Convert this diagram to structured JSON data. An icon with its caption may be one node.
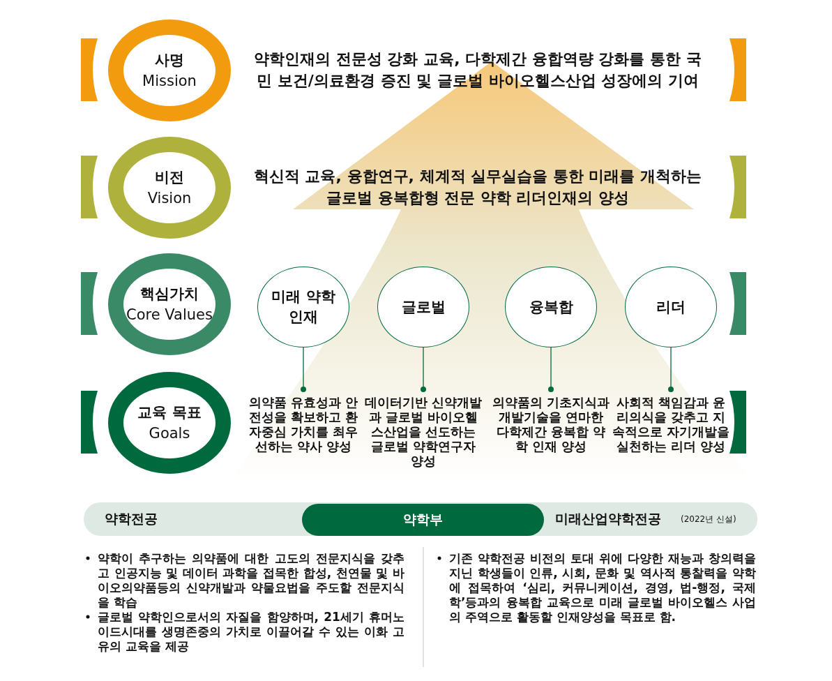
{
  "diagram": {
    "nodes": [
      {
        "text": [
          "사명",
          "Mission"
        ],
        "beside": [
          "약학인재의 전문성 강화 교육, 다학제간 융합역량 강화를 통한 국민 보건/의료환경 증진 및 글로벌 바이오헬스산업 성장에의 기여"
        ]
      },
      {
        "text": [
          "비전",
          "Vision"
        ],
        "beside": [
          "혁신적 교육, 융합연구, 체계적 실무실습을 통한 미래를 개척하는 글로벌 융복합형 전문 약학 리더인재의 양성"
        ]
      },
      {
        "text": [
          "핵심가치",
          "Core Values"
        ]
      },
      {
        "text": [
          "교육 목표",
          "Goals"
        ]
      },
      {
        "text": [
          "미래 약학 인재"
        ]
      },
      {
        "text": [
          "글로벌"
        ]
      },
      {
        "text": [
          "융복합"
        ]
      },
      {
        "text": [
          "리더"
        ]
      },
      {
        "text": [
          "의약품 유효성과 안전성을 확보하고 환자중심 가치를 최우선하는 약사 양성"
        ]
      },
      {
        "text": [
          "데이터기반 신약개발과 글로벌 바이오헬스산업을 선도하는 글로벌 약학연구자 양성"
        ]
      },
      {
        "text": [
          "의약품의 기초지식과 개발기술을 연마한 다학제간 융복합 약학 인재 양성"
        ]
      },
      {
        "text": [
          "사회적 책임감과 윤리의식을 갖추고 지속적으로 자기개발을 실천하는 리더 양성"
        ]
      },
      {
        "text": [
          "약학전공",
          "미래산업약학전공",
          "(2022년 신설)"
        ]
      },
      {
        "text": [
          "약학부"
        ],
        "in": 12
      }
    ],
    "edges": [
      {
        "from": 4,
        "to": 8,
        "arrow": "other"
      },
      {
        "from": 5,
        "to": 9,
        "arrow": "other"
      },
      {
        "from": 6,
        "to": 10,
        "arrow": "other"
      },
      {
        "from": 7,
        "to": 11,
        "arrow": "other"
      }
    ],
    "labels": [
      "약학이 추구하는 의약품에 대한 고도의 전문지식을 갖추고 인공지능 및 데이터 과학을 접목한 합성, 천연물 및 바이오의약품등의 신약개발과 약물요법을 주도할 전문지식을 학습",
      "글로벌 약학인으로서의 자질을 함양하며, 21세기 휴머노이드시대를 생명존중의 가치로 이끌어갈 수 있는 이화 고유의 교육을 제공",
      "기존 약학전공 비전의 토대 위에 다양한 재능과 창의력을 지닌 학생들이 인류, 시회, 문화 및 역사적 통찰력을 약학에 접목하여 ‘심리, 커뮤니케이션, 경영, 법-행정, 국제학’등과의 융복합 교육으로 미래 글로벌 바이오헬스 사업의 주역으로 활동할 인재양성을 목표로 함."
    ]
  }
}
